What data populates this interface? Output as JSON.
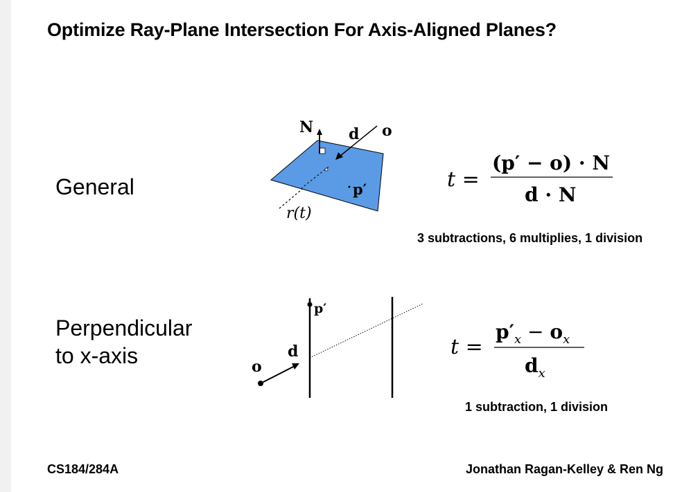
{
  "slide": {
    "title": "Optimize Ray-Plane Intersection For Axis-Aligned Planes?"
  },
  "general": {
    "label": "General",
    "diagram": {
      "normal_label": "N",
      "direction_label": "d",
      "origin_label": "o",
      "point_label": "p′",
      "ray_label": "r(t)",
      "plane_color": "#5b9be6"
    },
    "formula": {
      "lhs": "t =",
      "numerator": "(p′ − o) · N",
      "denominator": "d · N"
    },
    "cost": "3 subtractions, 6 multiplies, 1 division"
  },
  "perpendicular": {
    "label_line1": "Perpendicular",
    "label_line2": "to x-axis",
    "diagram": {
      "origin_label": "o",
      "direction_label": "d",
      "point_label": "p′"
    },
    "formula": {
      "lhs": "t =",
      "numerator_p": "p′",
      "numerator_sub1": "x",
      "numerator_minus": " − ",
      "numerator_o": "o",
      "numerator_sub2": "x",
      "denominator": "d",
      "denominator_sub": "x"
    },
    "cost": "1 subtraction, 1 division"
  },
  "footer": {
    "course": "CS184/284A",
    "authors": "Jonathan Ragan-Kelley & Ren Ng"
  }
}
